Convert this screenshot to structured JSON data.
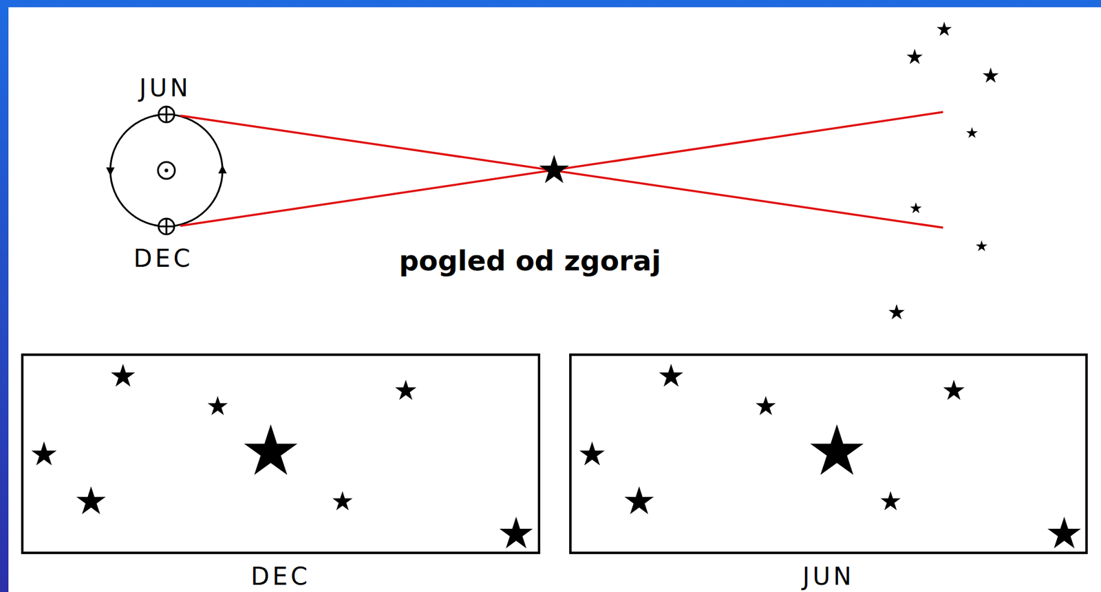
{
  "diagram": {
    "nodes": [
      {
        "text": [
          "DEC"
        ]
      },
      {
        "text": [
          "JUN"
        ]
      }
    ],
    "labels": [
      "JUN",
      "DEC",
      "pogled od zgoraj"
    ]
  }
}
